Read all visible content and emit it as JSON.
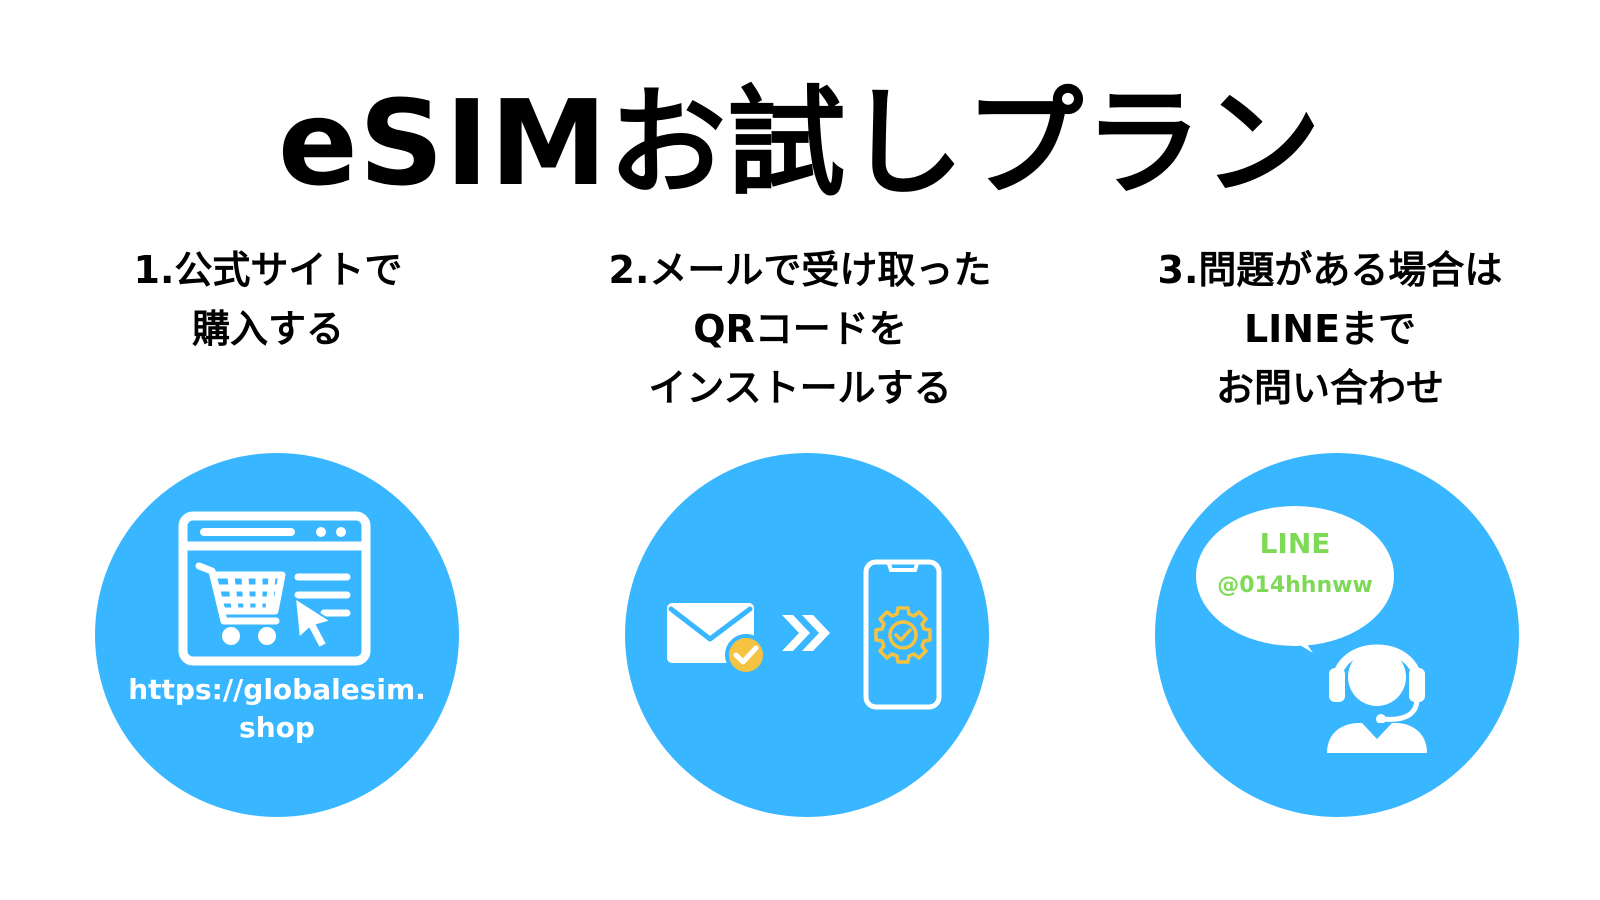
{
  "title": "eSIMお試しプラン",
  "colors": {
    "circle": "#38b6ff",
    "icon": "#ffffff",
    "check_badge": "#f5c242",
    "gear": "#f5c242",
    "line_green": "#7ed957"
  },
  "steps": [
    {
      "heading_lines": [
        "1.公式サイトで",
        "購入する"
      ],
      "icon": "shopping-cart-browser-icon",
      "url_lines": [
        "https://globalesim.",
        "shop"
      ]
    },
    {
      "heading_lines": [
        "2.メールで受け取った",
        "QRコードを",
        "インストールする"
      ],
      "icons": [
        "mail-check-icon",
        "double-chevron-right-icon",
        "smartphone-gear-icon"
      ]
    },
    {
      "heading_lines": [
        "3.問題がある場合は",
        "LINEまで",
        "お問い合わせ"
      ],
      "icons": [
        "speech-bubble-icon",
        "support-agent-headset-icon"
      ],
      "line_label": "LINE",
      "line_id": "@014hhnww"
    }
  ]
}
